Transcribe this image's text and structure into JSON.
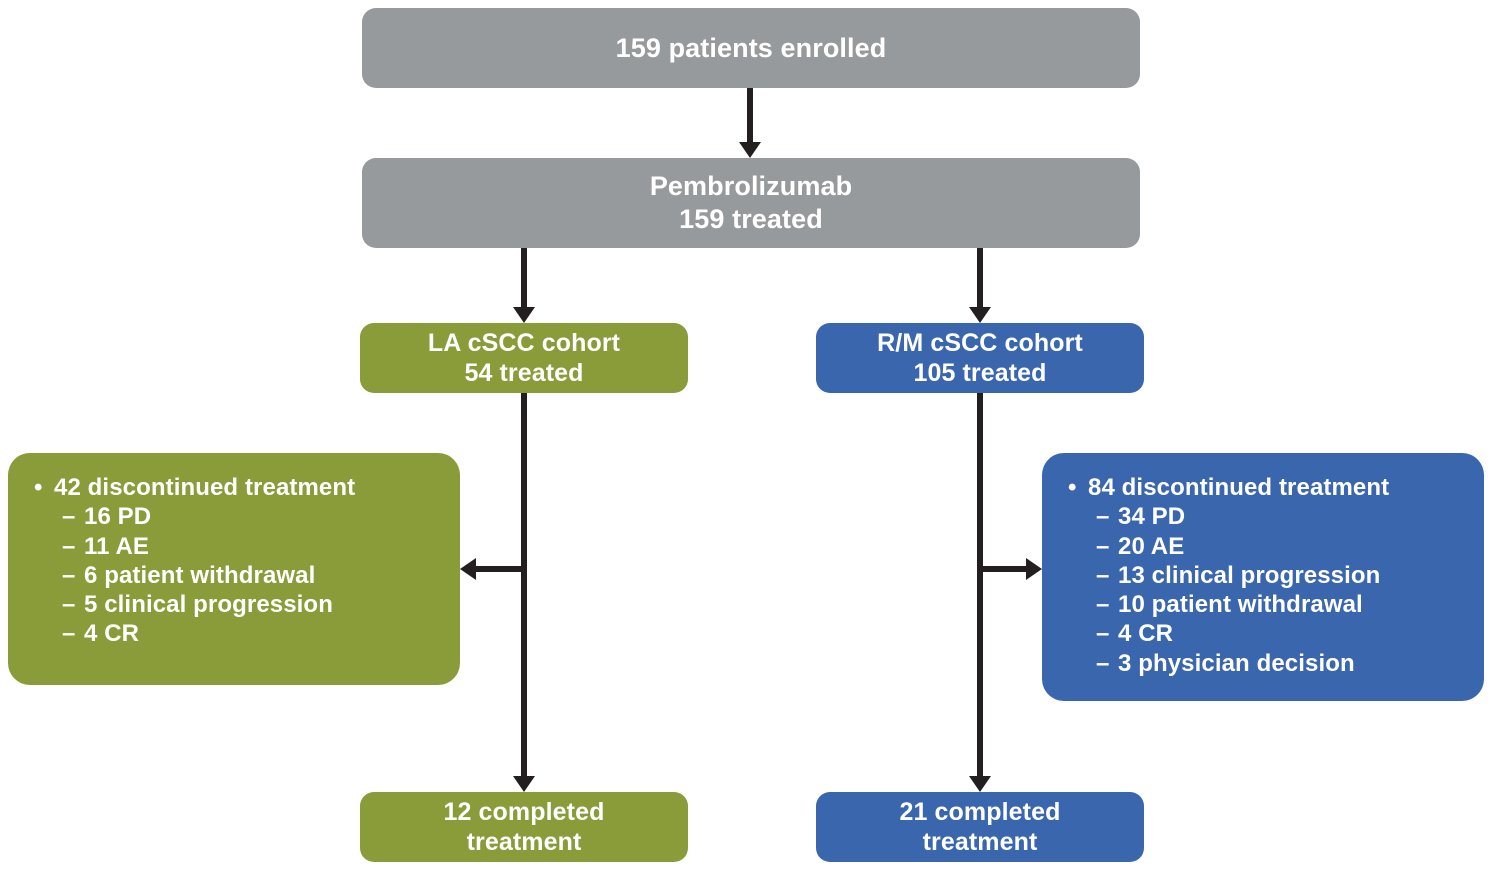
{
  "diagram": {
    "type": "consort-flow-diagram",
    "colors": {
      "gray": "#979a9d",
      "green": "#8a9b39",
      "blue": "#3a66ae",
      "connector": "#231f20",
      "text": "#ffffff",
      "background": "#ffffff"
    },
    "nodes": {
      "enrolled": {
        "line1": "159 patients enrolled"
      },
      "treatment": {
        "line1": "Pembrolizumab",
        "line2": "159 treated"
      },
      "la_cohort": {
        "line1": "LA cSCC cohort",
        "line2": "54 treated"
      },
      "rm_cohort": {
        "line1": "R/M cSCC cohort",
        "line2": "105 treated"
      },
      "la_discontinued": {
        "bullet_mark": "•",
        "heading": "42 discontinued treatment",
        "dash_mark": "–",
        "reasons": [
          "16 PD",
          "11 AE",
          "6 patient withdrawal",
          "5 clinical progression",
          "4 CR"
        ]
      },
      "rm_discontinued": {
        "bullet_mark": "•",
        "heading": "84 discontinued treatment",
        "dash_mark": "–",
        "reasons": [
          "34 PD",
          "20 AE",
          "13 clinical progression",
          "10 patient withdrawal",
          "4 CR",
          "3 physician decision"
        ]
      },
      "la_completed": {
        "line1": "12 completed",
        "line2": "treatment"
      },
      "rm_completed": {
        "line1": "21 completed",
        "line2": "treatment"
      }
    }
  }
}
